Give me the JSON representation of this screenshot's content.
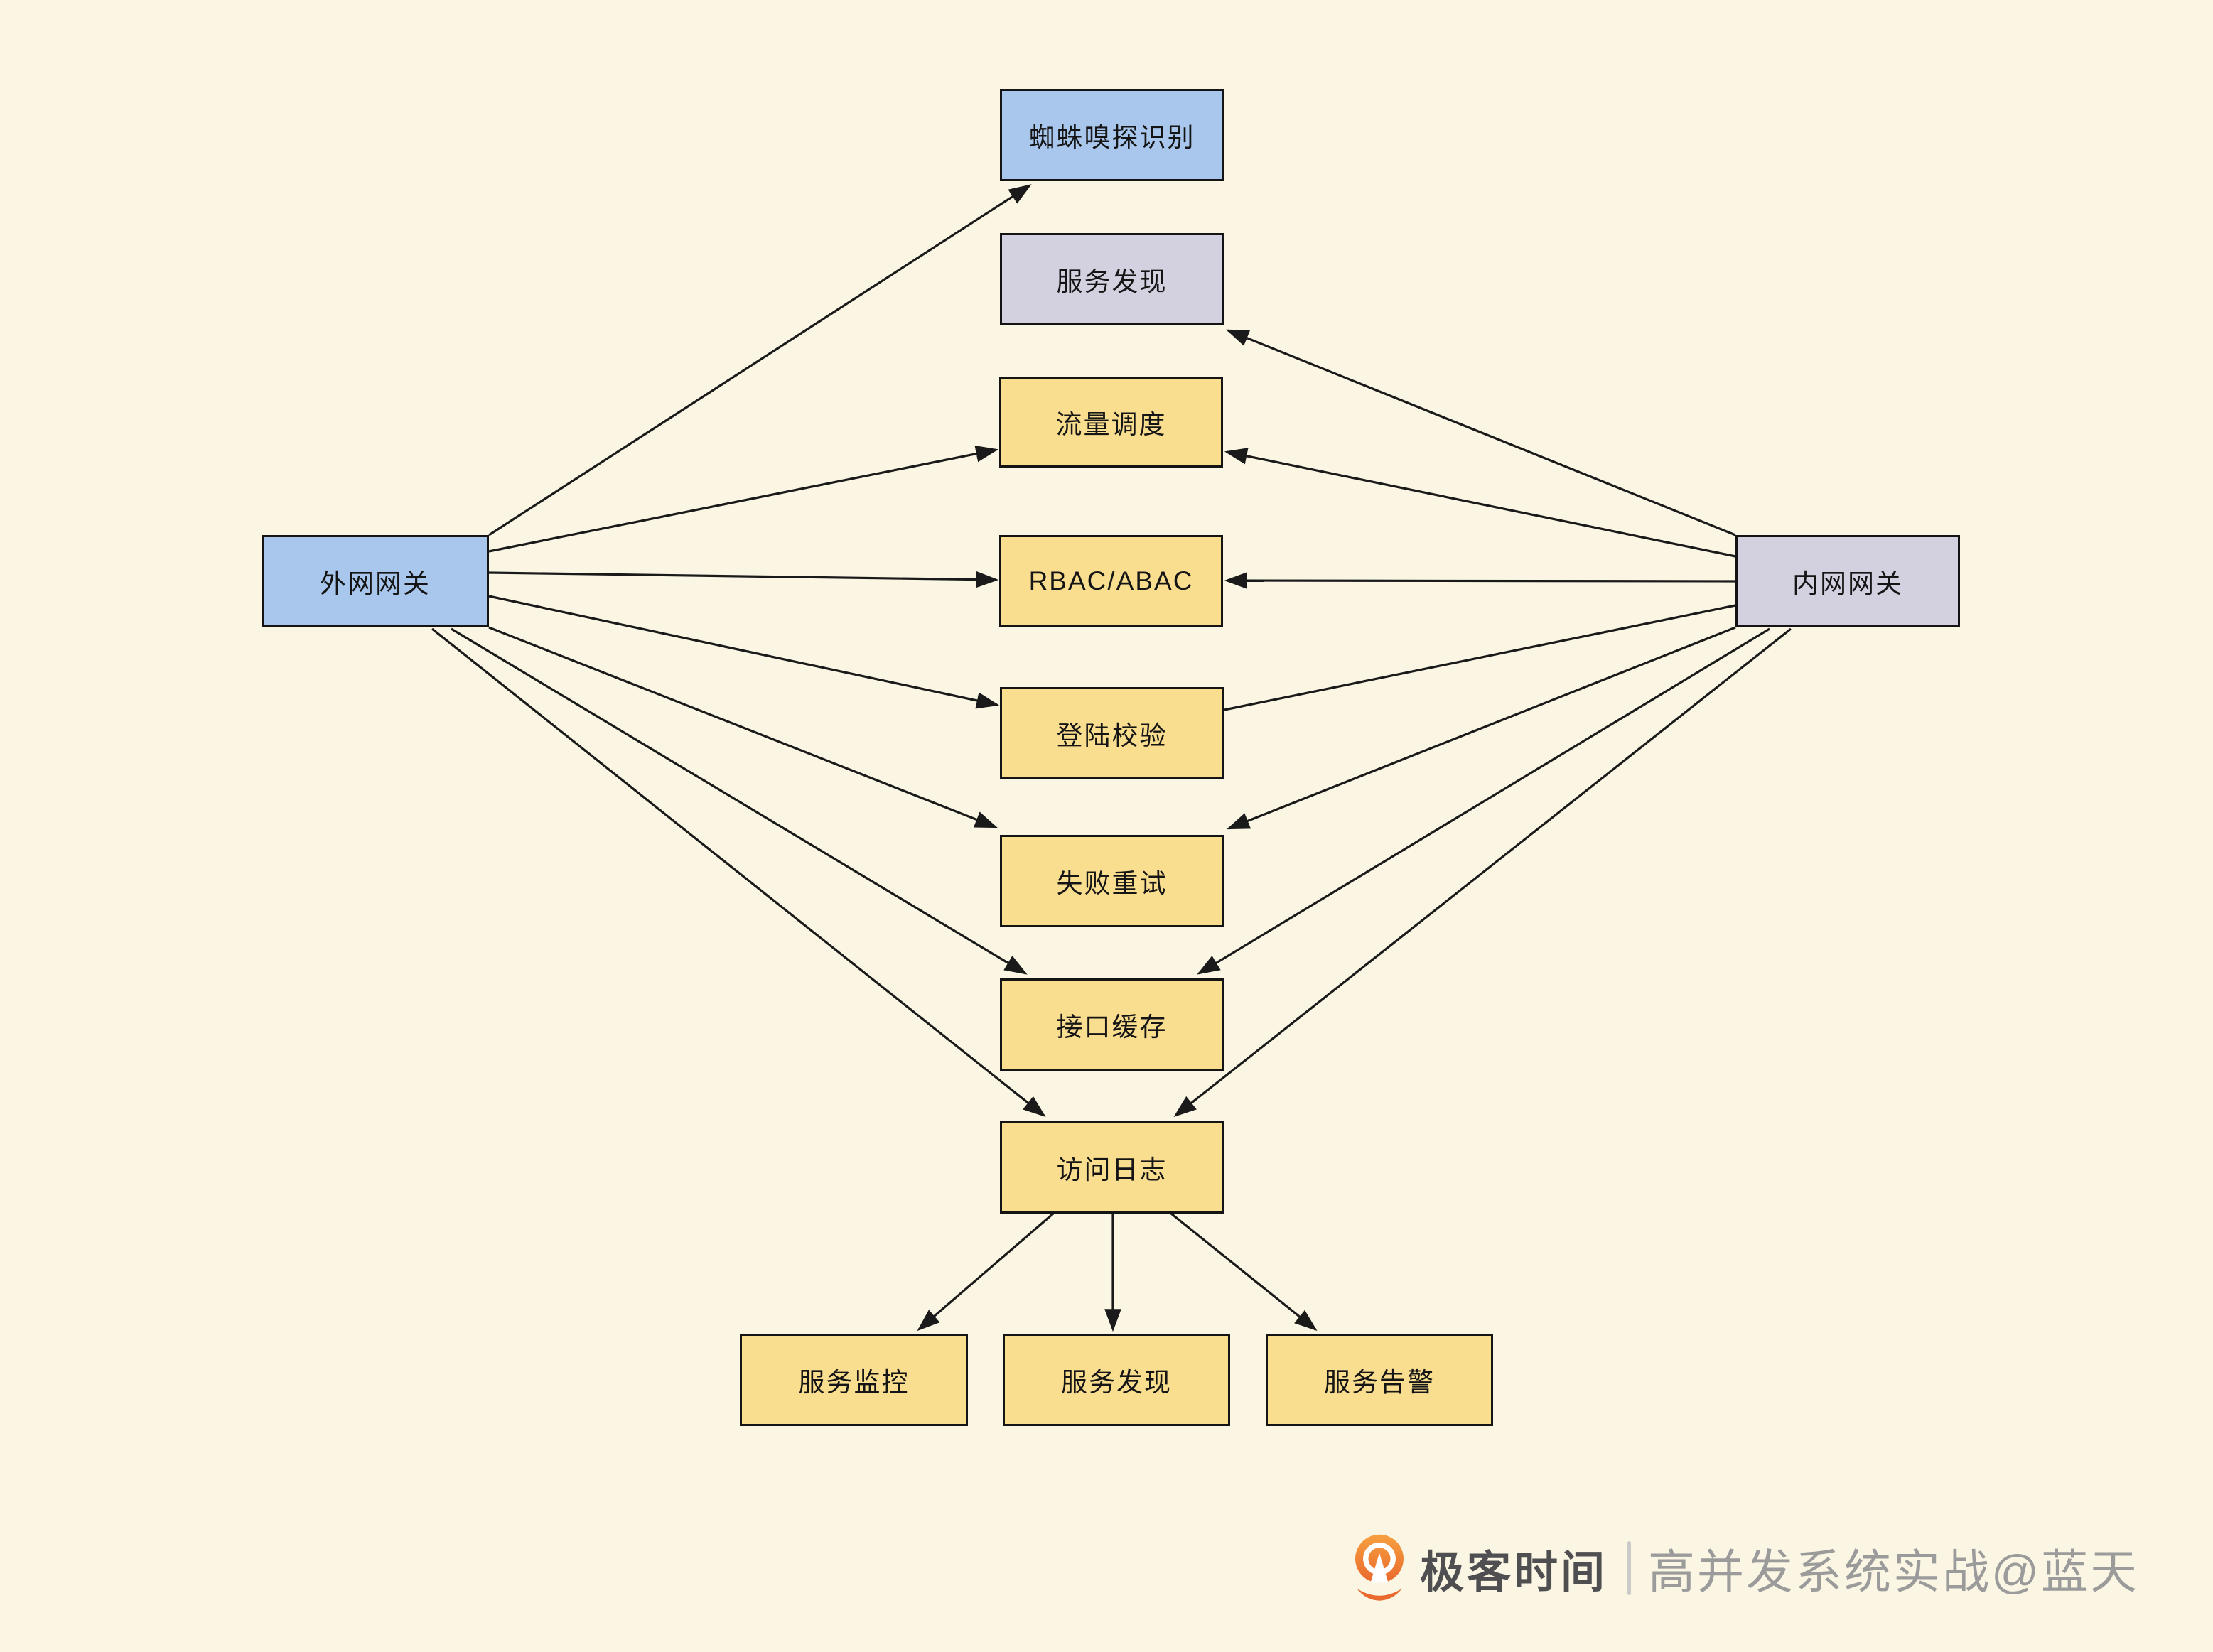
{
  "diagram": {
    "background_color": "#FAF6E3",
    "line_color": "#1A1A1A",
    "nodes": [
      {
        "id": "spider-sniff",
        "label": "蜘蛛嗅探识别",
        "color": "#A9C7EC"
      },
      {
        "id": "service-discovery-top",
        "label": "服务发现",
        "color": "#D3D0E0"
      },
      {
        "id": "traffic-scheduling",
        "label": "流量调度",
        "color": "#FADE90"
      },
      {
        "id": "rbac-abac",
        "label": "RBAC/ABAC",
        "color": "#FADE90"
      },
      {
        "id": "login-check",
        "label": "登陆校验",
        "color": "#FADE90"
      },
      {
        "id": "retry-on-fail",
        "label": "失败重试",
        "color": "#FADE90"
      },
      {
        "id": "api-cache",
        "label": "接口缓存",
        "color": "#FADE90"
      },
      {
        "id": "access-log",
        "label": "访问日志",
        "color": "#FADE90"
      },
      {
        "id": "external-gateway",
        "label": "外网网关",
        "color": "#A9C7EC"
      },
      {
        "id": "internal-gateway",
        "label": "内网网关",
        "color": "#D3D0E0"
      },
      {
        "id": "service-monitor",
        "label": "服务监控",
        "color": "#FADE90"
      },
      {
        "id": "service-discovery-bottom",
        "label": "服务发现",
        "color": "#FADE90"
      },
      {
        "id": "service-alert",
        "label": "服务告警",
        "color": "#FADE90"
      }
    ],
    "edges": [
      {
        "from": "external-gateway",
        "to": "spider-sniff",
        "arrow": true
      },
      {
        "from": "external-gateway",
        "to": "traffic-scheduling",
        "arrow": true
      },
      {
        "from": "external-gateway",
        "to": "rbac-abac",
        "arrow": true
      },
      {
        "from": "external-gateway",
        "to": "login-check",
        "arrow": true
      },
      {
        "from": "external-gateway",
        "to": "retry-on-fail",
        "arrow": true
      },
      {
        "from": "external-gateway",
        "to": "api-cache",
        "arrow": true
      },
      {
        "from": "external-gateway",
        "to": "access-log",
        "arrow": true
      },
      {
        "from": "internal-gateway",
        "to": "service-discovery-top",
        "arrow": true
      },
      {
        "from": "internal-gateway",
        "to": "traffic-scheduling",
        "arrow": true
      },
      {
        "from": "internal-gateway",
        "to": "rbac-abac",
        "arrow": true
      },
      {
        "from": "internal-gateway",
        "to": "login-check",
        "arrow": false
      },
      {
        "from": "internal-gateway",
        "to": "retry-on-fail",
        "arrow": true
      },
      {
        "from": "internal-gateway",
        "to": "api-cache",
        "arrow": true
      },
      {
        "from": "internal-gateway",
        "to": "access-log",
        "arrow": true
      },
      {
        "from": "access-log",
        "to": "service-monitor",
        "arrow": true
      },
      {
        "from": "access-log",
        "to": "service-discovery-bottom",
        "arrow": true
      },
      {
        "from": "access-log",
        "to": "service-alert",
        "arrow": true
      }
    ]
  },
  "footer": {
    "brand": "极客时间",
    "subtitle": "高并发系统实战@蓝天",
    "brand_color": "#4F4F51",
    "subtitle_color": "#9B9B9B",
    "logo_color": "#ED7034"
  }
}
